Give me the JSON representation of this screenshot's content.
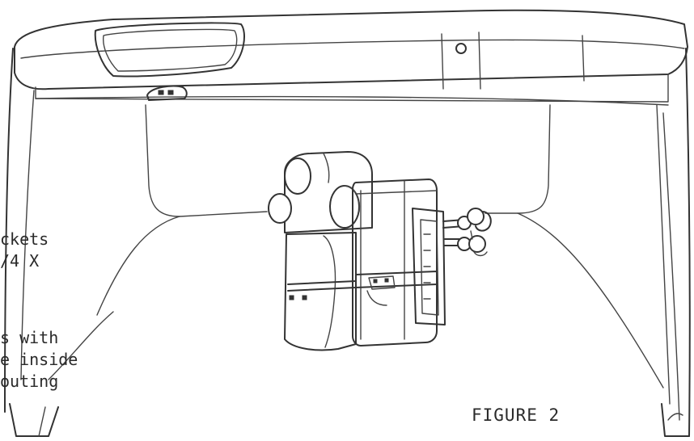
{
  "figure": {
    "caption": "FIGURE 2",
    "notes": [
      "ckets",
      "/4 X",
      "s with",
      "e inside",
      "outing"
    ]
  }
}
